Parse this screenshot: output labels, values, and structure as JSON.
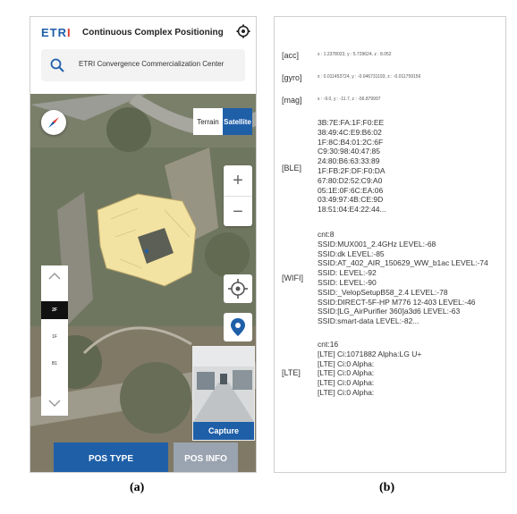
{
  "panel_a": {
    "logo": {
      "part1": "ETR",
      "part2": "I"
    },
    "title": "Continuous Complex Positioning",
    "search_text": "ETRI Convergence Commercialization Center",
    "map_type": {
      "terrain": "Terrain",
      "satellite": "Satellite"
    },
    "zoom": {
      "in": "+",
      "out": "−"
    },
    "floors": [
      "2F",
      "1F",
      "B1"
    ],
    "capture_label": "Capture",
    "pos_type": "POS TYPE",
    "pos_info": "POS INFO"
  },
  "panel_b": {
    "acc": {
      "label": "[acc]",
      "value": "x : 1.2378023, y : 5.729624, z : 8.052"
    },
    "gyro": {
      "label": "[gyro]",
      "value": "x : 0.011453724, y : -0.046731193, z : -0.011759156"
    },
    "mag": {
      "label": "[mag]",
      "value": "x : -9.0, y : -11.7, z : -56.879997"
    },
    "ble": {
      "label": "[BLE]",
      "lines": [
        "3B:7E:FA:1F:F0:EE",
        "38:49:4C:E9:B6:02",
        "1F:8C:B4:01:2C:6F",
        "C9:30:98:40:47:85",
        "24:80:B6:63:33:89",
        "1F:FB:2F:DF:F0:DA",
        "67:80:D2:52:C9:A0",
        "05:1E:0F:6C:EA:06",
        "03:49:97:4B:CE:9D",
        "18:51:04:E4:22:44..."
      ]
    },
    "wifi": {
      "label": "[WIFI]",
      "lines": [
        "cnt:8",
        "SSID:MUX001_2.4GHz LEVEL:-68",
        "SSID:dk LEVEL:-85",
        "SSID:AT_402_AIR_150629_WW_b1ac LEVEL:-74",
        "SSID: LEVEL:-92",
        "SSID: LEVEL:-90",
        "SSID:_VelopSetupB58_2.4 LEVEL:-78",
        "SSID:DIRECT-5F-HP M776 12-403 LEVEL:-46",
        "SSID:[LG_AirPurifier 360]a3d6 LEVEL:-63",
        "SSID:smart-data LEVEL:-82..."
      ]
    },
    "lte": {
      "label": "[LTE]",
      "lines": [
        "cnt:16",
        "[LTE] Ci:1071882 Alpha:LG U+",
        "[LTE] Ci:0 Alpha:",
        "[LTE] Ci:0 Alpha:",
        "[LTE] Ci:0 Alpha:",
        "[LTE] Ci:0 Alpha:"
      ]
    }
  },
  "captions": {
    "a": "(a)",
    "b": "(b)"
  }
}
